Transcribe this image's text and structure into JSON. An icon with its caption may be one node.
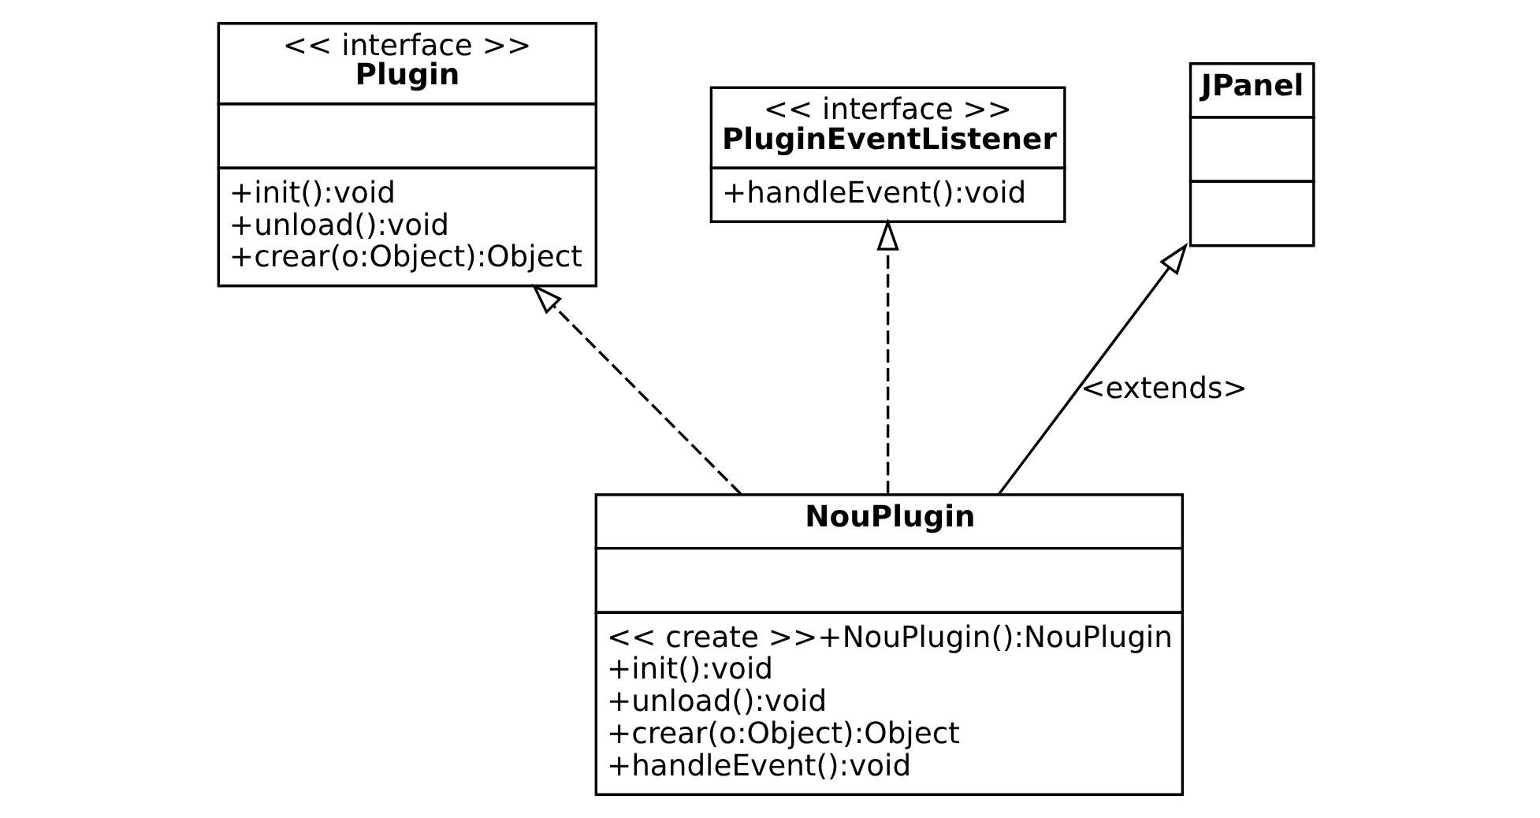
{
  "diagram": {
    "nodes": [
      {
        "text": [
          "<< interface >>",
          "Plugin",
          "+init():void",
          "+unload():void",
          "+crear(o:Object):Object"
        ]
      },
      {
        "text": [
          "<< interface >>",
          "PluginEventListener",
          "+handleEvent():void"
        ]
      },
      {
        "text": [
          "JPanel"
        ]
      },
      {
        "text": [
          "NouPlugin",
          "<< create >>+NouPlugin():NouPlugin",
          "+init():void",
          "+unload():void",
          "+crear(o:Object):Object",
          "+handleEvent():void"
        ]
      }
    ],
    "edges": [
      {
        "from": 3,
        "to": 0,
        "arrow": "to",
        "style": "dashed"
      },
      {
        "from": 3,
        "to": 1,
        "arrow": "to",
        "style": "dashed"
      },
      {
        "from": 3,
        "to": 2,
        "arrow": "to",
        "label": "<extends>"
      }
    ]
  }
}
